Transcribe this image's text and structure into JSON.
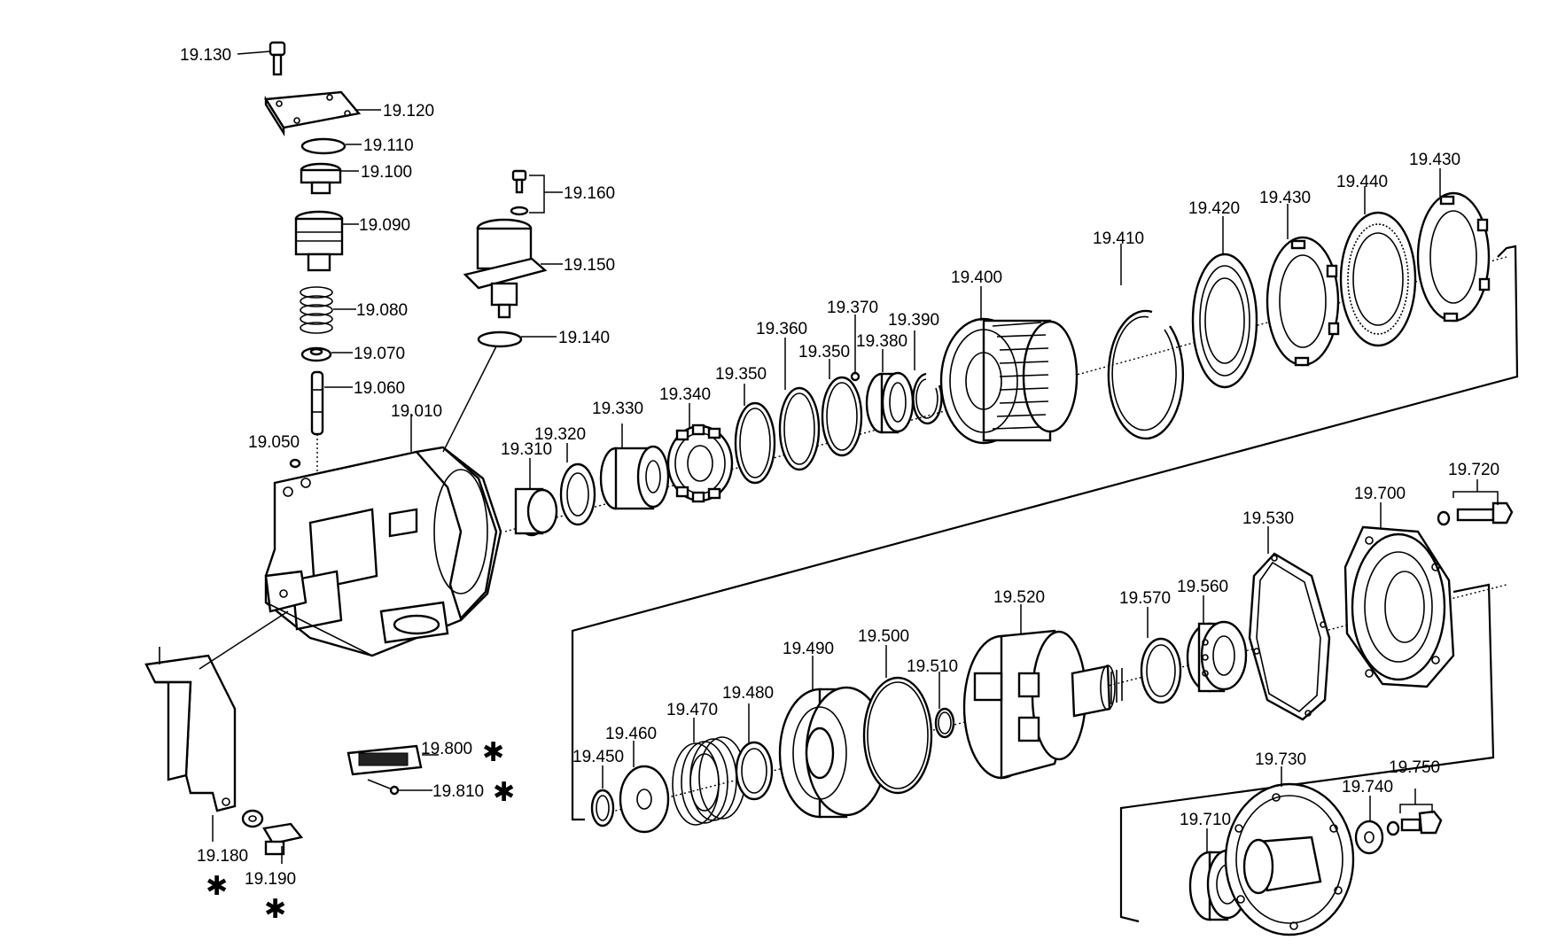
{
  "callouts": {
    "c19130": "19.130",
    "c19120": "19.120",
    "c19110": "19.110",
    "c19100": "19.100",
    "c19090": "19.090",
    "c19080": "19.080",
    "c19070": "19.070",
    "c19060": "19.060",
    "c19050": "19.050",
    "c19010": "19.010",
    "c19160": "19.160",
    "c19150": "19.150",
    "c19140": "19.140",
    "c19310": "19.310",
    "c19320": "19.320",
    "c19330": "19.330",
    "c19340": "19.340",
    "c19350a": "19.350",
    "c19360": "19.360",
    "c19350b": "19.350",
    "c19370": "19.370",
    "c19380": "19.380",
    "c19390": "19.390",
    "c19400": "19.400",
    "c19410": "19.410",
    "c19420": "19.420",
    "c19430a": "19.430",
    "c19440": "19.440",
    "c19430b": "19.430",
    "c19720": "19.720",
    "c19700": "19.700",
    "c19530": "19.530",
    "c19520": "19.520",
    "c19570": "19.570",
    "c19560": "19.560",
    "c19500": "19.500",
    "c19510": "19.510",
    "c19490": "19.490",
    "c19480": "19.480",
    "c19470": "19.470",
    "c19460": "19.460",
    "c19450": "19.450",
    "c19800": "19.800",
    "c19810": "19.810",
    "c19180": "19.180",
    "c19190": "19.190",
    "c19730": "19.730",
    "c19750": "19.750",
    "c19740": "19.740",
    "c19710": "19.710"
  },
  "marker": "✱",
  "colors": {
    "ink": "#000000",
    "paper": "#ffffff"
  }
}
